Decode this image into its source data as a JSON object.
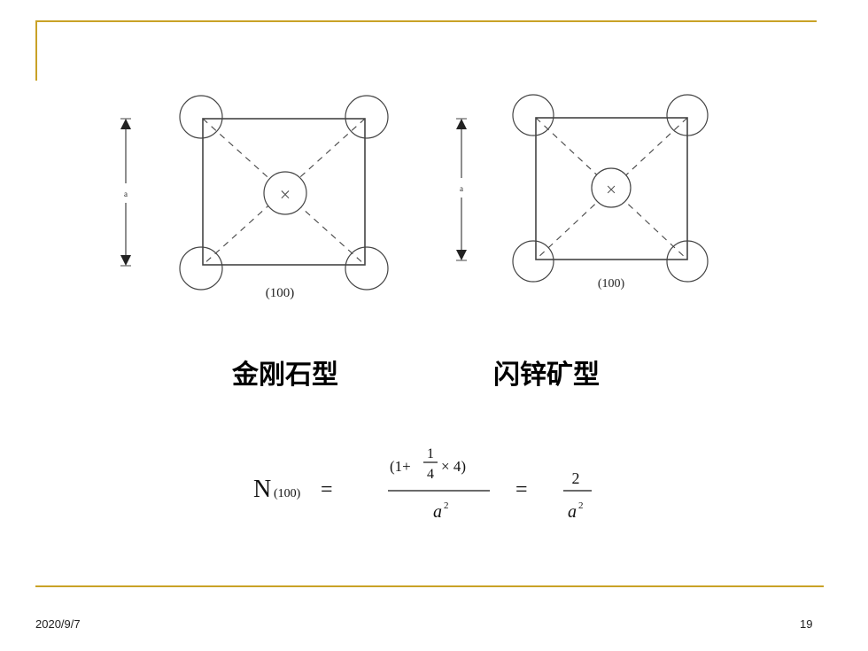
{
  "diagrams": [
    {
      "plane_label": "(100)",
      "dimension_label": "a",
      "center_symbol": "×"
    },
    {
      "plane_label": "(100)",
      "dimension_label": "a",
      "center_symbol": "×"
    }
  ],
  "captions": {
    "left": "金刚石型",
    "right": "闪锌矿型"
  },
  "formula": {
    "lhs_symbol": "N",
    "lhs_subscript": "(100)",
    "equals_1": "=",
    "frac1_num_prefix": "(1+",
    "frac1_inner_num": "1",
    "frac1_inner_den": "4",
    "frac1_num_suffix": "× 4)",
    "frac1_den_base": "a",
    "frac1_den_exp": "2",
    "equals_2": "=",
    "frac2_num": "2",
    "frac2_den_base": "a",
    "frac2_den_exp": "2"
  },
  "footer": {
    "date": "2020/9/7",
    "page": "19"
  },
  "colors": {
    "accent_line": "#c9a227",
    "drawing": "#444444"
  }
}
